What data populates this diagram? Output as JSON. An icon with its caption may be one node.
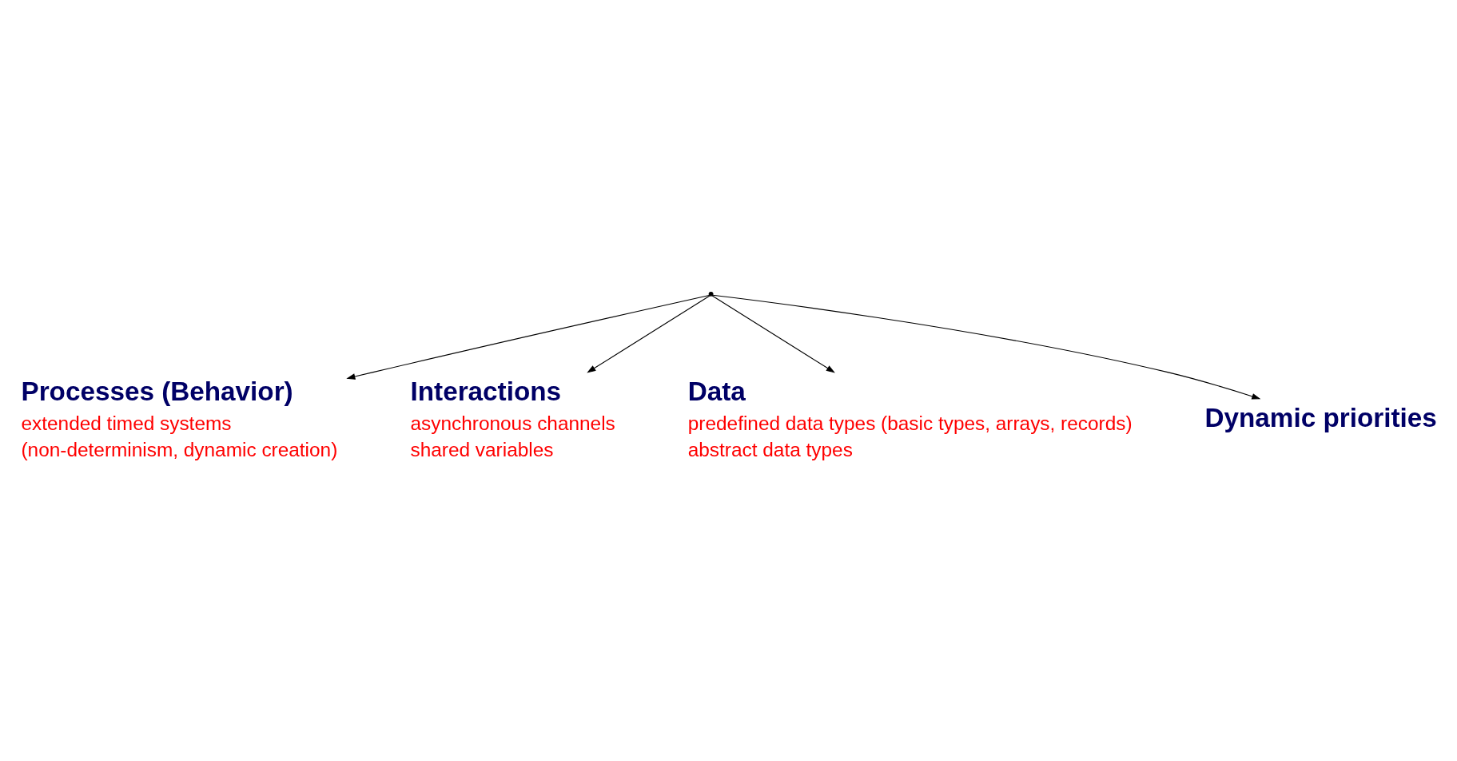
{
  "diagram": {
    "nodes": [
      {
        "text": [],
        "shape": "point"
      },
      {
        "text": [
          "Processes (Behavior)",
          "extended timed systems",
          "(non-determinism, dynamic creation)"
        ]
      },
      {
        "text": [
          "Interactions",
          "asynchronous channels",
          "shared variables"
        ]
      },
      {
        "text": [
          "Data",
          "predefined data types (basic types, arrays, records)",
          "abstract data types"
        ]
      },
      {
        "text": [
          "Dynamic priorities"
        ]
      }
    ],
    "edges": [
      {
        "from": 0,
        "to": 1,
        "arrow": "to"
      },
      {
        "from": 0,
        "to": 2,
        "arrow": "to"
      },
      {
        "from": 0,
        "to": 3,
        "arrow": "to"
      },
      {
        "from": 0,
        "to": 4,
        "arrow": "to"
      }
    ]
  }
}
